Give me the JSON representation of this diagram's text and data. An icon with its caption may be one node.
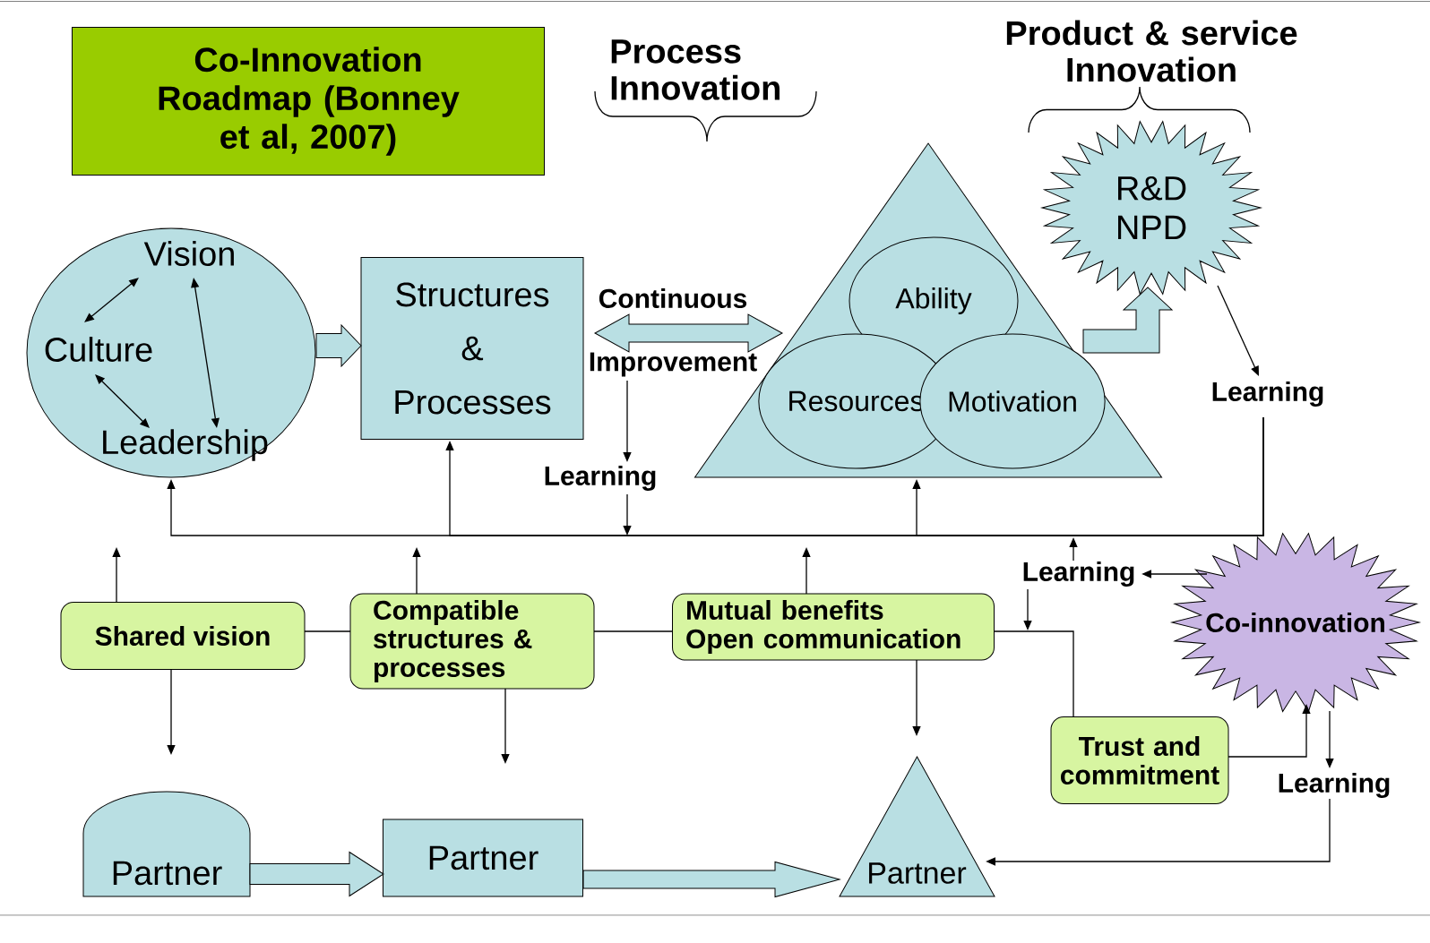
{
  "diagram": {
    "nodes": [
      {
        "text": [
          "Co-Innovation Roadmap (Bonney et al, 2007)"
        ]
      },
      {
        "text": [],
        "shape": "ellipse"
      },
      {
        "text": [
          "Vision"
        ],
        "in": 1
      },
      {
        "text": [
          "Culture"
        ],
        "in": 1
      },
      {
        "text": [
          "Leadership"
        ],
        "in": 1
      },
      {
        "text": [
          "Structures & Processes"
        ]
      },
      {
        "text": [],
        "shape": "triangle"
      },
      {
        "text": [
          "Ability"
        ],
        "in": 6
      },
      {
        "text": [
          "Resources"
        ],
        "in": 6
      },
      {
        "text": [
          "Motivation"
        ],
        "in": 6
      },
      {
        "text": [
          "R&D NPD"
        ]
      },
      {
        "text": [
          "Learning"
        ]
      },
      {
        "text": [
          "Learning"
        ]
      },
      {
        "text": [
          "Learning"
        ]
      },
      {
        "text": [
          "Co-innovation"
        ]
      },
      {
        "text": [
          "Shared vision"
        ]
      },
      {
        "text": [
          "Compatible structures & processes"
        ]
      },
      {
        "text": [
          "Mutual benefits",
          "Open communication"
        ]
      },
      {
        "text": [
          "Trust and commitment"
        ]
      },
      {
        "text": [
          "Learning"
        ]
      },
      {
        "text": [
          "Partner"
        ]
      },
      {
        "text": [
          "Partner"
        ]
      },
      {
        "text": [
          "Partner"
        ]
      },
      {
        "text": [
          "Improvement"
        ]
      }
    ],
    "edges": [
      {
        "from": 2,
        "to": 3,
        "arrow": "both"
      },
      {
        "from": 3,
        "to": 4,
        "arrow": "both"
      },
      {
        "from": 2,
        "to": 4,
        "arrow": "both"
      },
      {
        "from": 1,
        "to": 5,
        "arrow": "to",
        "style": "thick",
        "color": "#b9dfe3"
      },
      {
        "from": 5,
        "to": 6,
        "arrow": "both",
        "style": "thick",
        "color": "#b9dfe3"
      },
      {
        "from": 6,
        "to": 10,
        "arrow": "to",
        "style": "thick",
        "color": "#b9dfe3"
      },
      {
        "from": 23,
        "to": 11,
        "arrow": "to"
      },
      {
        "from": 10,
        "to": 12,
        "arrow": "to"
      },
      {
        "from": 12,
        "to": 1,
        "arrow": "to"
      },
      {
        "from": 12,
        "to": 5,
        "arrow": "to"
      },
      {
        "from": 12,
        "to": 6,
        "arrow": "to"
      },
      {
        "from": 11,
        "to": null,
        "arrow": "to"
      },
      {
        "from": 13,
        "to": null,
        "arrow": "to"
      },
      {
        "from": 14,
        "to": 13,
        "arrow": "to"
      },
      {
        "from": 13,
        "to": null,
        "arrow": "to"
      },
      {
        "from": 15,
        "to": 16,
        "arrow": "none"
      },
      {
        "from": 16,
        "to": 17,
        "arrow": "none"
      },
      {
        "from": 17,
        "to": 18,
        "arrow": "none"
      },
      {
        "from": 15,
        "to": null,
        "arrow": "to"
      },
      {
        "from": 16,
        "to": null,
        "arrow": "to"
      },
      {
        "from": 17,
        "to": null,
        "arrow": "to"
      },
      {
        "from": 15,
        "to": null,
        "arrow": "to"
      },
      {
        "from": 16,
        "to": null,
        "arrow": "to"
      },
      {
        "from": 17,
        "to": null,
        "arrow": "to"
      },
      {
        "from": 18,
        "to": 14,
        "arrow": "to"
      },
      {
        "from": 14,
        "to": 19,
        "arrow": "to"
      },
      {
        "from": 19,
        "to": 22,
        "arrow": "to"
      },
      {
        "from": 20,
        "to": 21,
        "arrow": "to",
        "style": "thick",
        "color": "#b9dfe3"
      },
      {
        "from": 21,
        "to": 22,
        "arrow": "to",
        "style": "thick",
        "color": "#b9dfe3"
      }
    ],
    "labels": [
      "Process Innovation",
      "Product & service Innovation",
      "Continuous"
    ]
  }
}
